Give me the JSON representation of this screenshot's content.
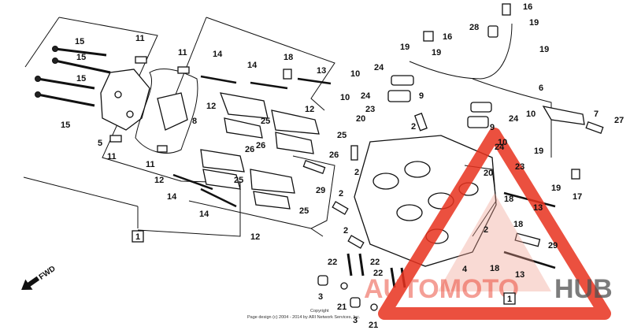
{
  "diagram": {
    "ref_labels": {
      "r1_left": "1",
      "r1_right": "1",
      "r2a": "2",
      "r2b": "2",
      "r2c": "2",
      "r2d": "2",
      "r2e": "2",
      "r3a": "3",
      "r3b": "3",
      "r4": "4",
      "r5": "5",
      "r6": "6",
      "r7": "7",
      "r8": "8",
      "r9a": "9",
      "r9b": "9",
      "r10a": "10",
      "r10b": "10",
      "r10c": "10",
      "r10d": "10",
      "r11a": "11",
      "r11b": "11",
      "r11c": "11",
      "r11d": "11",
      "r12a": "12",
      "r12b": "12",
      "r12c": "12",
      "r12d": "12",
      "r13a": "13",
      "r13b": "13",
      "r13c": "13",
      "r14a": "14",
      "r14b": "14",
      "r14c": "14",
      "r14d": "14",
      "r15a": "15",
      "r15b": "15",
      "r15c": "15",
      "r15d": "15",
      "r16a": "16",
      "r16b": "16",
      "r17": "17",
      "r18a": "18",
      "r18b": "18",
      "r18c": "18",
      "r18d": "18",
      "r19a": "19",
      "r19b": "19",
      "r19c": "19",
      "r19d": "19",
      "r19e": "19",
      "r19f": "19",
      "r20a": "20",
      "r20b": "20",
      "r21a": "21",
      "r21b": "21",
      "r22a": "22",
      "r22b": "22",
      "r22c": "22",
      "r23a": "23",
      "r23b": "23",
      "r24a": "24",
      "r24b": "24",
      "r24c": "24",
      "r24d": "24",
      "r25a": "25",
      "r25b": "25",
      "r25c": "25",
      "r25d": "25",
      "r26a": "26",
      "r26b": "26",
      "r26c": "26",
      "r27": "27",
      "r28": "28",
      "r29a": "29",
      "r29b": "29"
    },
    "fwd_label": "FWD",
    "copyright_title": "Copyright",
    "copyright_line": "Page design (c) 2004 - 2014 by ARI Network Services, Inc."
  },
  "watermark": {
    "brand_left": "AUTOMOTO",
    "brand_right": "HUB",
    "brand_color": "#e8321e",
    "brand_dark": "#333333",
    "accent_fill": "#f0a090"
  }
}
